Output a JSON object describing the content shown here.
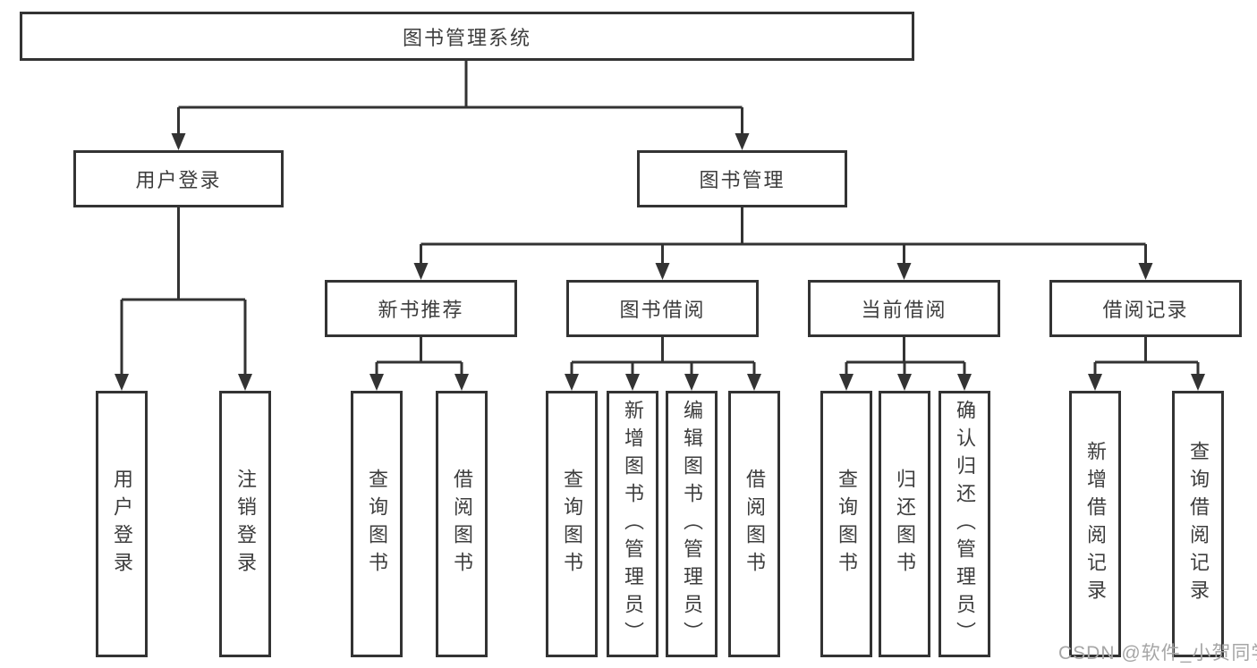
{
  "colors": {
    "line": "#333333",
    "box_border": "#333333",
    "text": "#3d3d3d",
    "background": "#ffffff",
    "watermark": "#a6a6a6"
  },
  "tree": {
    "root": {
      "label": "图书管理系统"
    },
    "branches": [
      {
        "label": "用户登录",
        "children": [
          {
            "label": "用户登录"
          },
          {
            "label": "注销登录"
          }
        ]
      },
      {
        "label": "图书管理",
        "groups": [
          {
            "label": "新书推荐",
            "children": [
              {
                "label": "查询图书"
              },
              {
                "label": "借阅图书"
              }
            ]
          },
          {
            "label": "图书借阅",
            "children": [
              {
                "label": "查询图书"
              },
              {
                "label": "新增图书（管理员）"
              },
              {
                "label": "编辑图书（管理员）"
              },
              {
                "label": "借阅图书"
              }
            ]
          },
          {
            "label": "当前借阅",
            "children": [
              {
                "label": "查询图书"
              },
              {
                "label": "归还图书"
              },
              {
                "label": "确认归还（管理员）"
              }
            ]
          },
          {
            "label": "借阅记录",
            "children": [
              {
                "label": "新增借阅记录"
              },
              {
                "label": "查询借阅记录"
              }
            ]
          }
        ]
      }
    ]
  },
  "watermark": {
    "text": "CSDN @软件_小贺同学"
  }
}
